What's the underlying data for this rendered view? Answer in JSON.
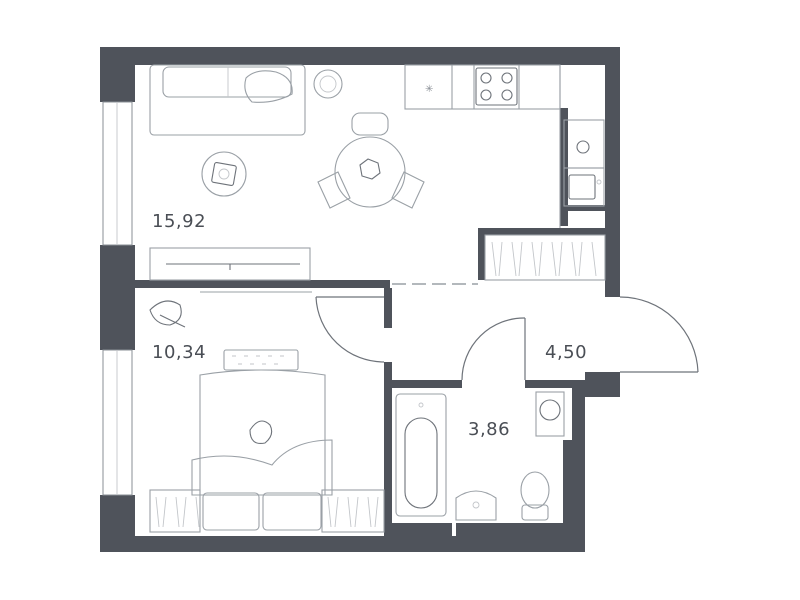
{
  "rooms": [
    {
      "id": "living-room",
      "area": "15,92"
    },
    {
      "id": "bedroom",
      "area": "10,34"
    },
    {
      "id": "hallway",
      "area": "4,50"
    },
    {
      "id": "bathroom",
      "area": "3,86"
    }
  ],
  "colors": {
    "wall": "#4f535b",
    "furniture": "#9aa0a6",
    "label": "#4a4e55",
    "background": "#ffffff"
  }
}
